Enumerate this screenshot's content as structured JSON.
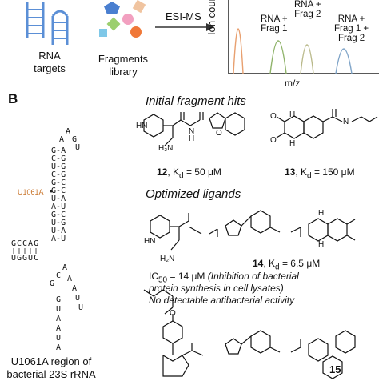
{
  "panelA": {
    "rna_label": [
      "RNA",
      "targets"
    ],
    "frag_label": [
      "Fragments",
      "library"
    ],
    "method": "ESI-MS",
    "ylabel": "Ion count",
    "xlabel": "m/z",
    "peaks": [
      {
        "label": [
          "RNA +",
          "Frag 1"
        ],
        "color": "#8fb36a"
      },
      {
        "label": [
          "RNA +",
          "Frag 2"
        ],
        "color": "#b9b98a"
      },
      {
        "label": [
          "RNA +",
          "Frag 1 +",
          "Frag 2"
        ],
        "color": "#7fa4c8"
      }
    ],
    "first_peak_color": "#e8a070"
  },
  "panelB": {
    "letter": "B",
    "section1": "Initial fragment hits",
    "section2": "Optimized ligands",
    "mutation_label": "U1061A",
    "mutation_color": "#c8742a",
    "region_label": [
      "U1061A region of",
      "bacterial 23S rRNA"
    ],
    "compounds": [
      {
        "id": "12",
        "kd": "50 μM"
      },
      {
        "id": "13",
        "kd": "150 μM"
      },
      {
        "id": "14",
        "kd": "6.5 μM"
      },
      {
        "id": "15"
      }
    ],
    "ic50_value": "14 μM",
    "ic50_note": "(Inhibition of bacterial",
    "ic50_note2": "protein synthesis in cell lysates)",
    "no_activity": "No detectable antibacterial activity",
    "kd_label": "K",
    "kd_sub": "d",
    "ic_label": "IC",
    "ic_sub": "50"
  },
  "rna_structure": {
    "loop_top": [
      "A",
      "A",
      "G",
      "U"
    ],
    "stem": [
      [
        "G",
        "A"
      ],
      [
        "C",
        "G"
      ],
      [
        "U",
        "G"
      ],
      [
        "C",
        "G"
      ],
      [
        "G",
        "C"
      ],
      [
        "G",
        "C"
      ],
      [
        "U",
        "A"
      ],
      [
        "A",
        "U"
      ],
      [
        "G",
        "C"
      ],
      [
        "U",
        "G"
      ],
      [
        "U",
        "A"
      ],
      [
        "A",
        "U"
      ]
    ],
    "left_arm_top": "GCCAG",
    "left_arm_bottom": "UGGUC",
    "lower": [
      "A",
      "C",
      "G",
      "A",
      "A",
      "U",
      "U",
      "G",
      "U",
      "A",
      "A",
      "U",
      "A"
    ]
  }
}
